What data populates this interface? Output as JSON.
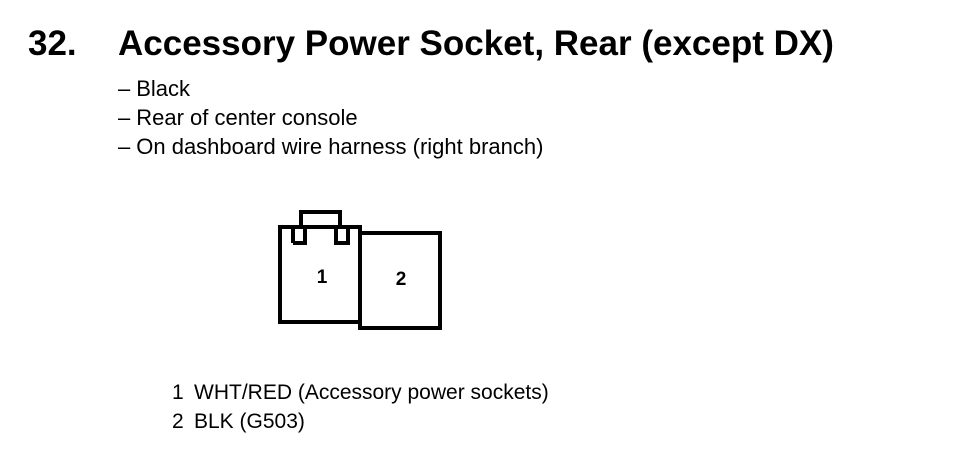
{
  "heading": {
    "number": "32.",
    "title": "Accessory Power Socket, Rear (except DX)"
  },
  "details": [
    "Black",
    "Rear of center console",
    "On dashboard wire harness (right branch)"
  ],
  "detail_prefix": "–",
  "connector": {
    "cavity_labels": [
      "1",
      "2"
    ]
  },
  "pins": [
    {
      "number": "1",
      "description": "WHT/RED (Accessory power sockets)"
    },
    {
      "number": "2",
      "description": "BLK (G503)"
    }
  ]
}
